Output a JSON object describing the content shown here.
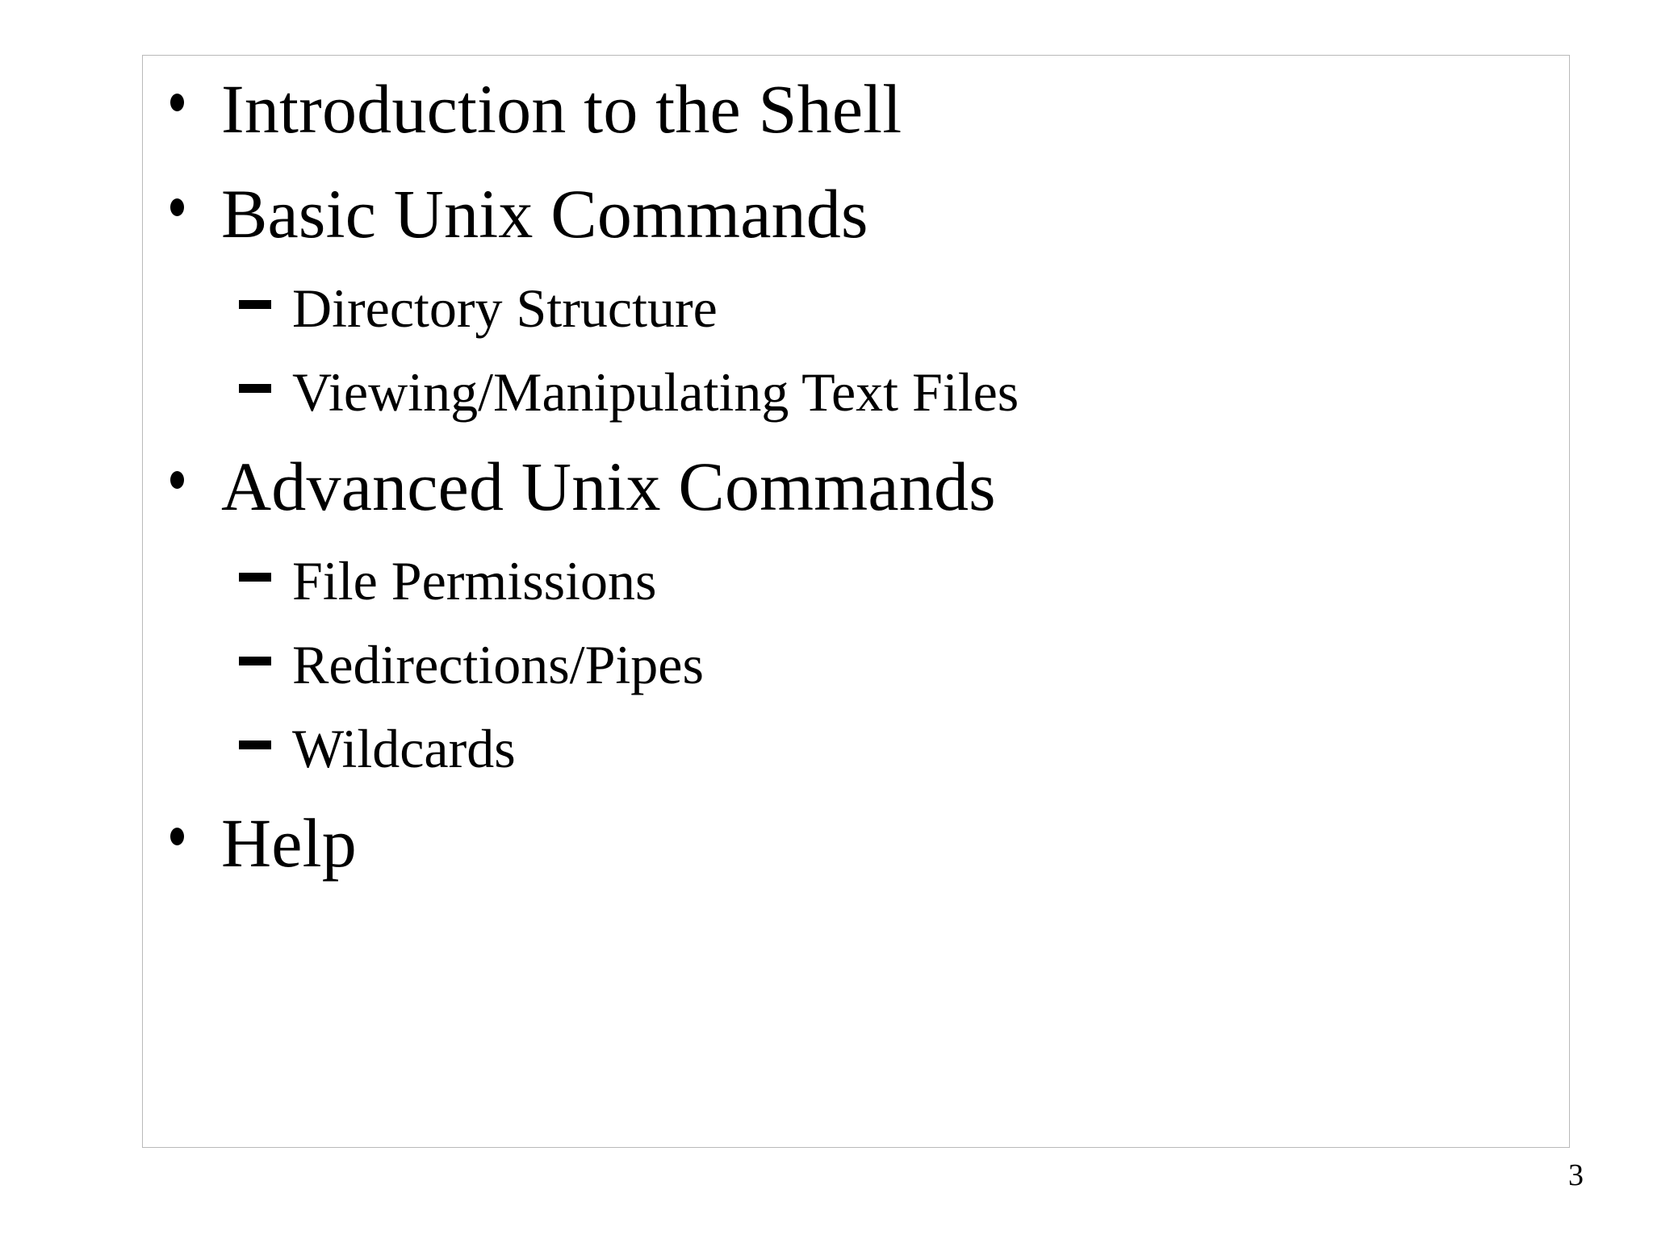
{
  "slide": {
    "page_number": "3",
    "background_color": "#ffffff",
    "text_color": "#000000",
    "border_color": "#b9b9b9",
    "bullet_glyphs": {
      "level_1": "•",
      "level_2": "–"
    },
    "outline": [
      {
        "level": 1,
        "text": "Introduction to the Shell"
      },
      {
        "level": 1,
        "text": "Basic Unix Commands"
      },
      {
        "level": 2,
        "text": "Directory Structure"
      },
      {
        "level": 2,
        "text": "Viewing/Manipulating Text Files"
      },
      {
        "level": 1,
        "text": "Advanced Unix Commands"
      },
      {
        "level": 2,
        "text": "File Permissions"
      },
      {
        "level": 2,
        "text": "Redirections/Pipes"
      },
      {
        "level": 2,
        "text": "Wildcards"
      },
      {
        "level": 1,
        "text": "Help"
      }
    ]
  }
}
